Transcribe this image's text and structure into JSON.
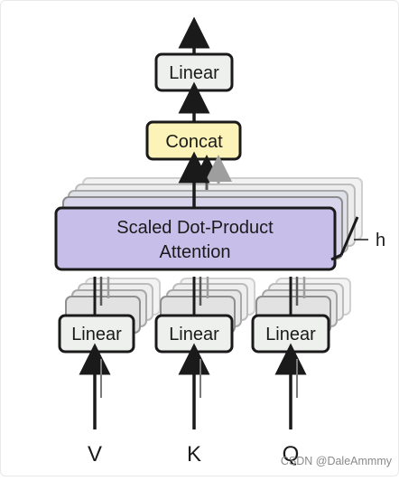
{
  "diagram": {
    "output_linear_label": "Linear",
    "concat_label": "Concat",
    "attention_label_line1": "Scaled Dot-Product",
    "attention_label_line2": "Attention",
    "heads_label": "h",
    "input_linear_label": "Linear",
    "inputs": [
      "V",
      "K",
      "Q"
    ]
  },
  "colors": {
    "linear_fill": "#eef0ee",
    "concat_fill": "#fbf3b7",
    "attention_fill": "#c7bee9",
    "border": "#1a1a1a",
    "shadow_layer": "#dcdcdc",
    "ghost_arrow": "#a0a0a0"
  },
  "watermark": "CSDN @DaleAmmmy"
}
